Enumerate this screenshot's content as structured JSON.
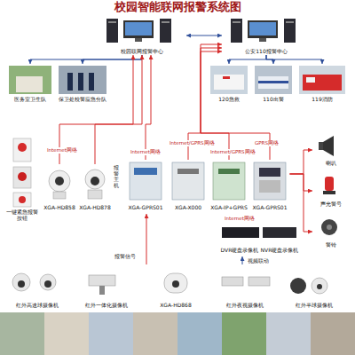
{
  "diagram": {
    "title": "校园智能联网报警系统图",
    "nodes": [
      {
        "text": [
          "校园联网报警中心"
        ]
      },
      {
        "text": [
          "公安110报警中心"
        ]
      },
      {
        "text": [
          "医务室卫生队"
        ]
      },
      {
        "text": [
          "保卫处校警应急分队"
        ]
      },
      {
        "text": [
          "120急救"
        ]
      },
      {
        "text": [
          "110出警"
        ]
      },
      {
        "text": [
          "119消防"
        ]
      },
      {
        "text": [
          "一键紧急报警按钮"
        ]
      },
      {
        "text": [
          "XGA-HD858"
        ]
      },
      {
        "text": [
          "XGA-HD878"
        ]
      },
      {
        "text": [
          "XGA-GPRS01"
        ]
      },
      {
        "text": [
          "XGA-X000"
        ]
      },
      {
        "text": [
          "XGA-IP+GPRS"
        ]
      },
      {
        "text": [
          "XGA-GPRS01"
        ]
      },
      {
        "text": [
          "DVR硬盘录像机"
        ]
      },
      {
        "text": [
          "NVR硬盘录像机"
        ]
      },
      {
        "text": [
          "喇叭"
        ]
      },
      {
        "text": [
          "声光警号"
        ]
      },
      {
        "text": [
          "警铃"
        ]
      },
      {
        "text": [
          "红外高速球摄像机"
        ]
      },
      {
        "text": [
          "红外一体化摄像机"
        ]
      },
      {
        "text": [
          "XGA-HD868"
        ]
      },
      {
        "text": [
          "红外夜视摄像机"
        ]
      },
      {
        "text": [
          "红外半球摄像机"
        ]
      }
    ],
    "edges": [
      {
        "from": 0,
        "to": 1,
        "arrow": "both"
      },
      {
        "from": 0,
        "to": 2,
        "arrow": "to"
      },
      {
        "from": 0,
        "to": 3,
        "arrow": "to"
      },
      {
        "from": 1,
        "to": 4,
        "arrow": "to"
      },
      {
        "from": 1,
        "to": 5,
        "arrow": "to"
      },
      {
        "from": 1,
        "to": 6,
        "arrow": "to"
      },
      {
        "from": 8,
        "to": 0,
        "arrow": "to"
      },
      {
        "from": 9,
        "to": 0,
        "arrow": "to"
      },
      {
        "from": 10,
        "to": 0,
        "arrow": "to"
      },
      {
        "from": 11,
        "to": 1,
        "arrow": "to"
      },
      {
        "from": 12,
        "to": 1,
        "arrow": "to"
      },
      {
        "from": 13,
        "to": 1,
        "arrow": "to"
      },
      {
        "from": 13,
        "to": 16,
        "arrow": "to"
      },
      {
        "from": 13,
        "to": 17,
        "arrow": "to"
      },
      {
        "from": 13,
        "to": 18,
        "arrow": "to"
      }
    ],
    "labels": [
      "Internet网络",
      "Internet网络",
      "Internet/GPRS网络",
      "Internet/GPRS网络",
      "GPRS网络",
      "Internet网络",
      "报警主机",
      "报警信号",
      "视频联动"
    ]
  }
}
